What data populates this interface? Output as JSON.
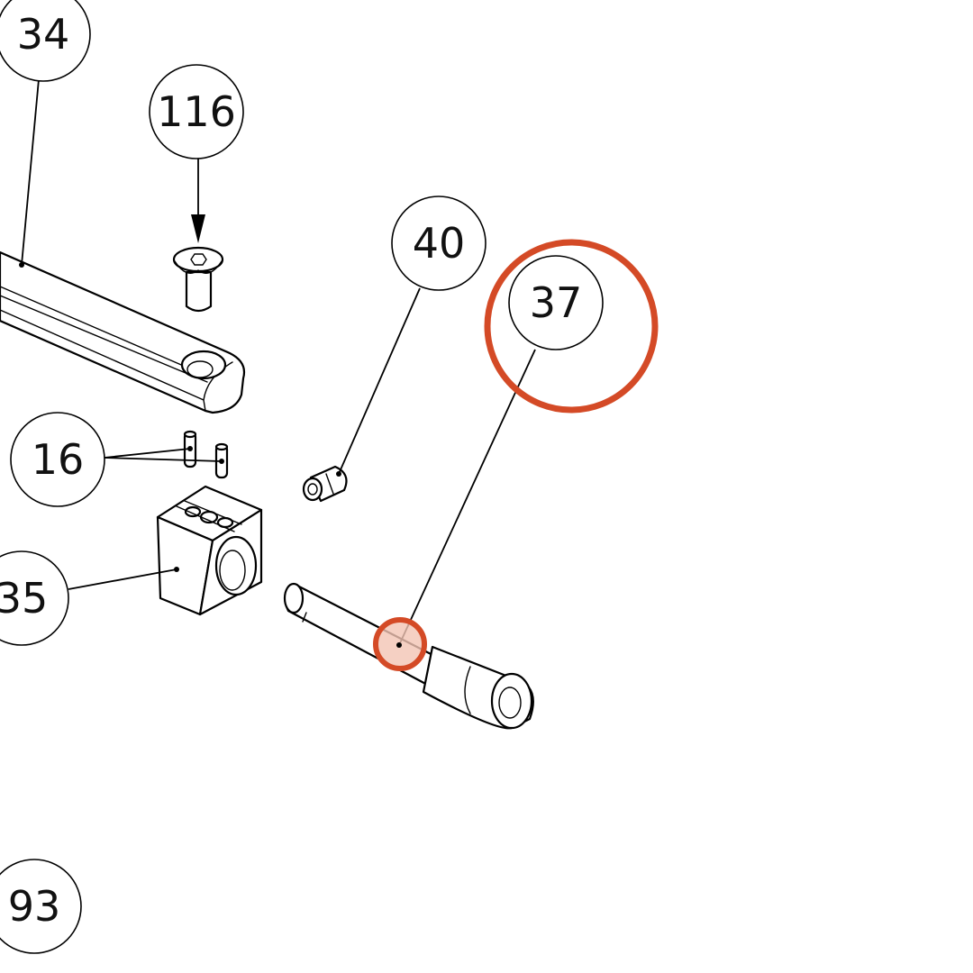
{
  "callouts": {
    "c34": "34",
    "c116": "116",
    "c40": "40",
    "c37": "37",
    "c16": "16",
    "c35": "35",
    "c93": "93"
  },
  "highlight": {
    "color": "#d44a26",
    "fill": "#f2c4b4",
    "target": "37"
  }
}
